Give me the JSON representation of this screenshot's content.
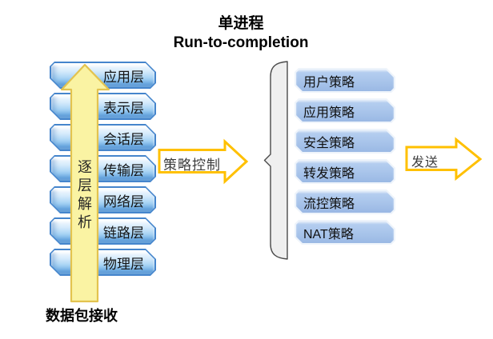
{
  "title": {
    "line1": "单进程",
    "line2": "Run-to-completion"
  },
  "osi_stack": {
    "items": [
      {
        "label": "应用层"
      },
      {
        "label": "表示层"
      },
      {
        "label": "会话层"
      },
      {
        "label": "传输层"
      },
      {
        "label": "网络层"
      },
      {
        "label": "链路层"
      },
      {
        "label": "物理层"
      }
    ]
  },
  "policy_stack": {
    "items": [
      {
        "label": "用户策略"
      },
      {
        "label": "应用策略"
      },
      {
        "label": "安全策略"
      },
      {
        "label": "转发策略"
      },
      {
        "label": "流控策略"
      },
      {
        "label": "NAT策略"
      }
    ]
  },
  "flow": {
    "up_arrow_label": "逐层解析",
    "receive_label": "数据包接收",
    "policy_control_label": "策略控制",
    "send_label": "发送"
  },
  "colors": {
    "accent_yellow_border": "#FFC000",
    "up_arrow_fill": "#FAF3A3",
    "up_arrow_border": "#E3C34F",
    "layer_box_border": "#4585CC",
    "layer_box_fill": "#9FD0F3",
    "policy_box_fill": "#A9C5EA",
    "policy_box_border": "#EFF4FB",
    "brace_fill": "#EFEFEF",
    "brace_stroke": "#4A4A4A"
  }
}
